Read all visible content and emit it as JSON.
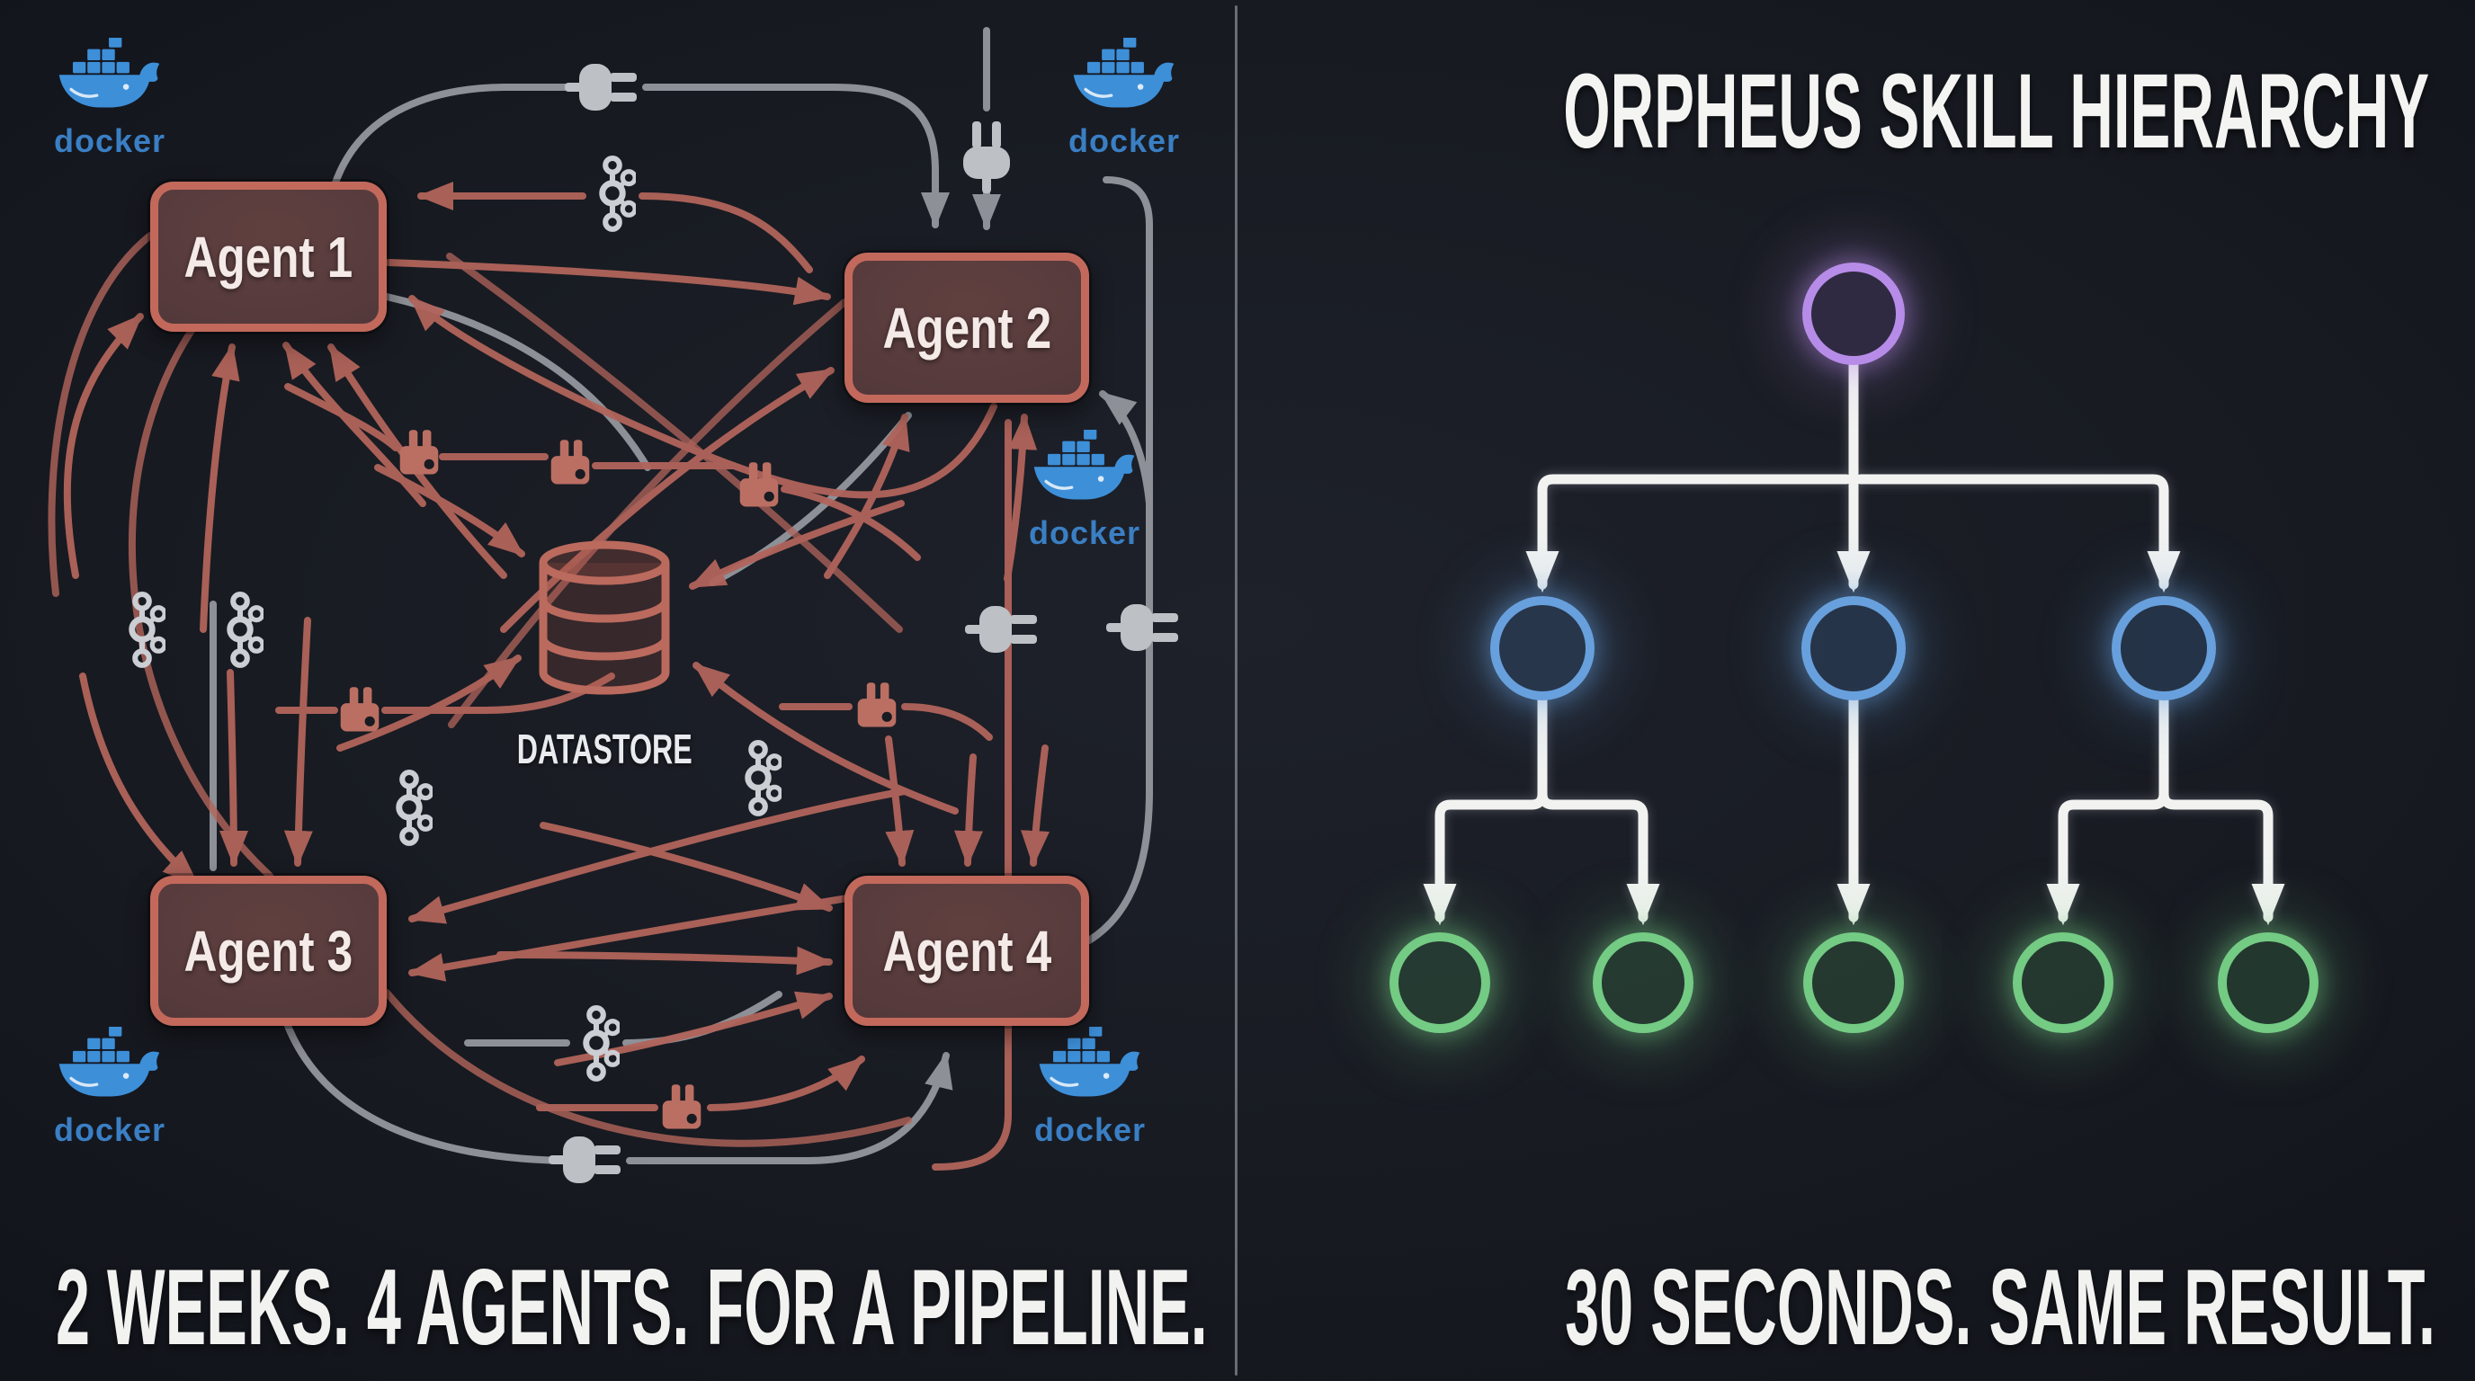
{
  "left_panel": {
    "caption": "2 WEEKS. 4 AGENTS. FOR A PIPELINE.",
    "agent_labels": [
      "Agent 1",
      "Agent 2",
      "Agent 3",
      "Agent 4"
    ],
    "datastore_label": "DATASTORE",
    "docker_wordmark": "docker",
    "icon_legend": {
      "docker-logo": "Docker whale logo with wordmark",
      "kafka-icon": "Kafka-style broker icon",
      "rabbitmq-icon": "RabbitMQ-style message queue icon",
      "plug-icon": "power plug connector icon",
      "database-icon": "datastore cylinder"
    }
  },
  "right_panel": {
    "title": "ORPHEUS SKILL HIERARCHY",
    "caption": "30 SECONDS. SAME RESULT.",
    "tree": {
      "levels": [
        {
          "name": "root",
          "count": 1,
          "color": "#b78ce8",
          "fill": "rgba(128,94,172,0.22)"
        },
        {
          "name": "skills",
          "count": 3,
          "color": "#68a0dd",
          "fill": "rgba(72,118,176,0.26)"
        },
        {
          "name": "subskills",
          "count": 5,
          "color": "#74cb84",
          "fill": "rgba(74,150,94,0.24)"
        }
      ]
    }
  },
  "colors": {
    "background": "#181b22",
    "agent_box_border": "#c2695c",
    "agent_box_fill": "#553a3c",
    "edge_salmon": "#b1655b",
    "edge_gray": "#94979d",
    "kafka_gray": "#cbced3",
    "docker_blue": "#3d8fd8",
    "tree_line": "#f2f3f1",
    "node_purple": "#b78ce8",
    "node_blue": "#68a0dd",
    "node_green": "#74cb84",
    "text": "#f2f2f0"
  }
}
